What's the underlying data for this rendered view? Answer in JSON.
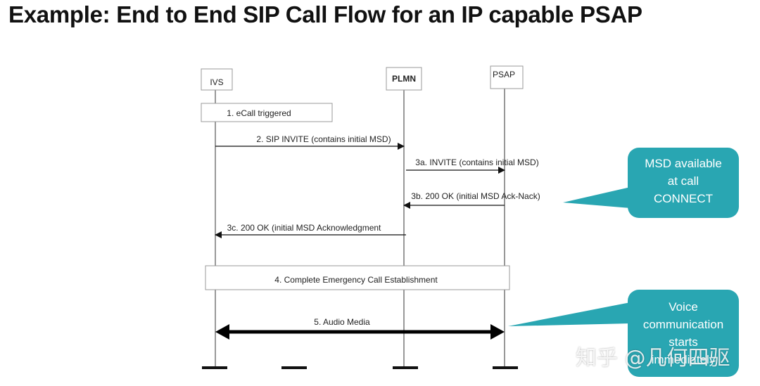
{
  "title": "Example: End to End SIP Call Flow for an IP capable PSAP",
  "entities": {
    "ivs": "IVS",
    "plmn": "PLMN",
    "psap": "PSAP"
  },
  "steps": {
    "s1": "1. eCall triggered",
    "s2": "2. SIP INVITE (contains initial MSD)",
    "s3a": "3a. INVITE (contains initial MSD)",
    "s3b": "3b. 200 OK (initial MSD Ack-Nack)",
    "s3c": "3c. 200 OK (initial MSD Acknowledgment",
    "s4": "4. Complete Emergency Call Establishment",
    "s5": "5. Audio Media"
  },
  "callouts": {
    "msd": [
      "MSD available",
      "at call",
      "CONNECT"
    ],
    "voice": [
      "Voice",
      "communication",
      "starts",
      "immediately"
    ]
  },
  "watermark": "知乎 @几何四驱",
  "colors": {
    "callout": "#29a6b2",
    "line": "#333333"
  }
}
